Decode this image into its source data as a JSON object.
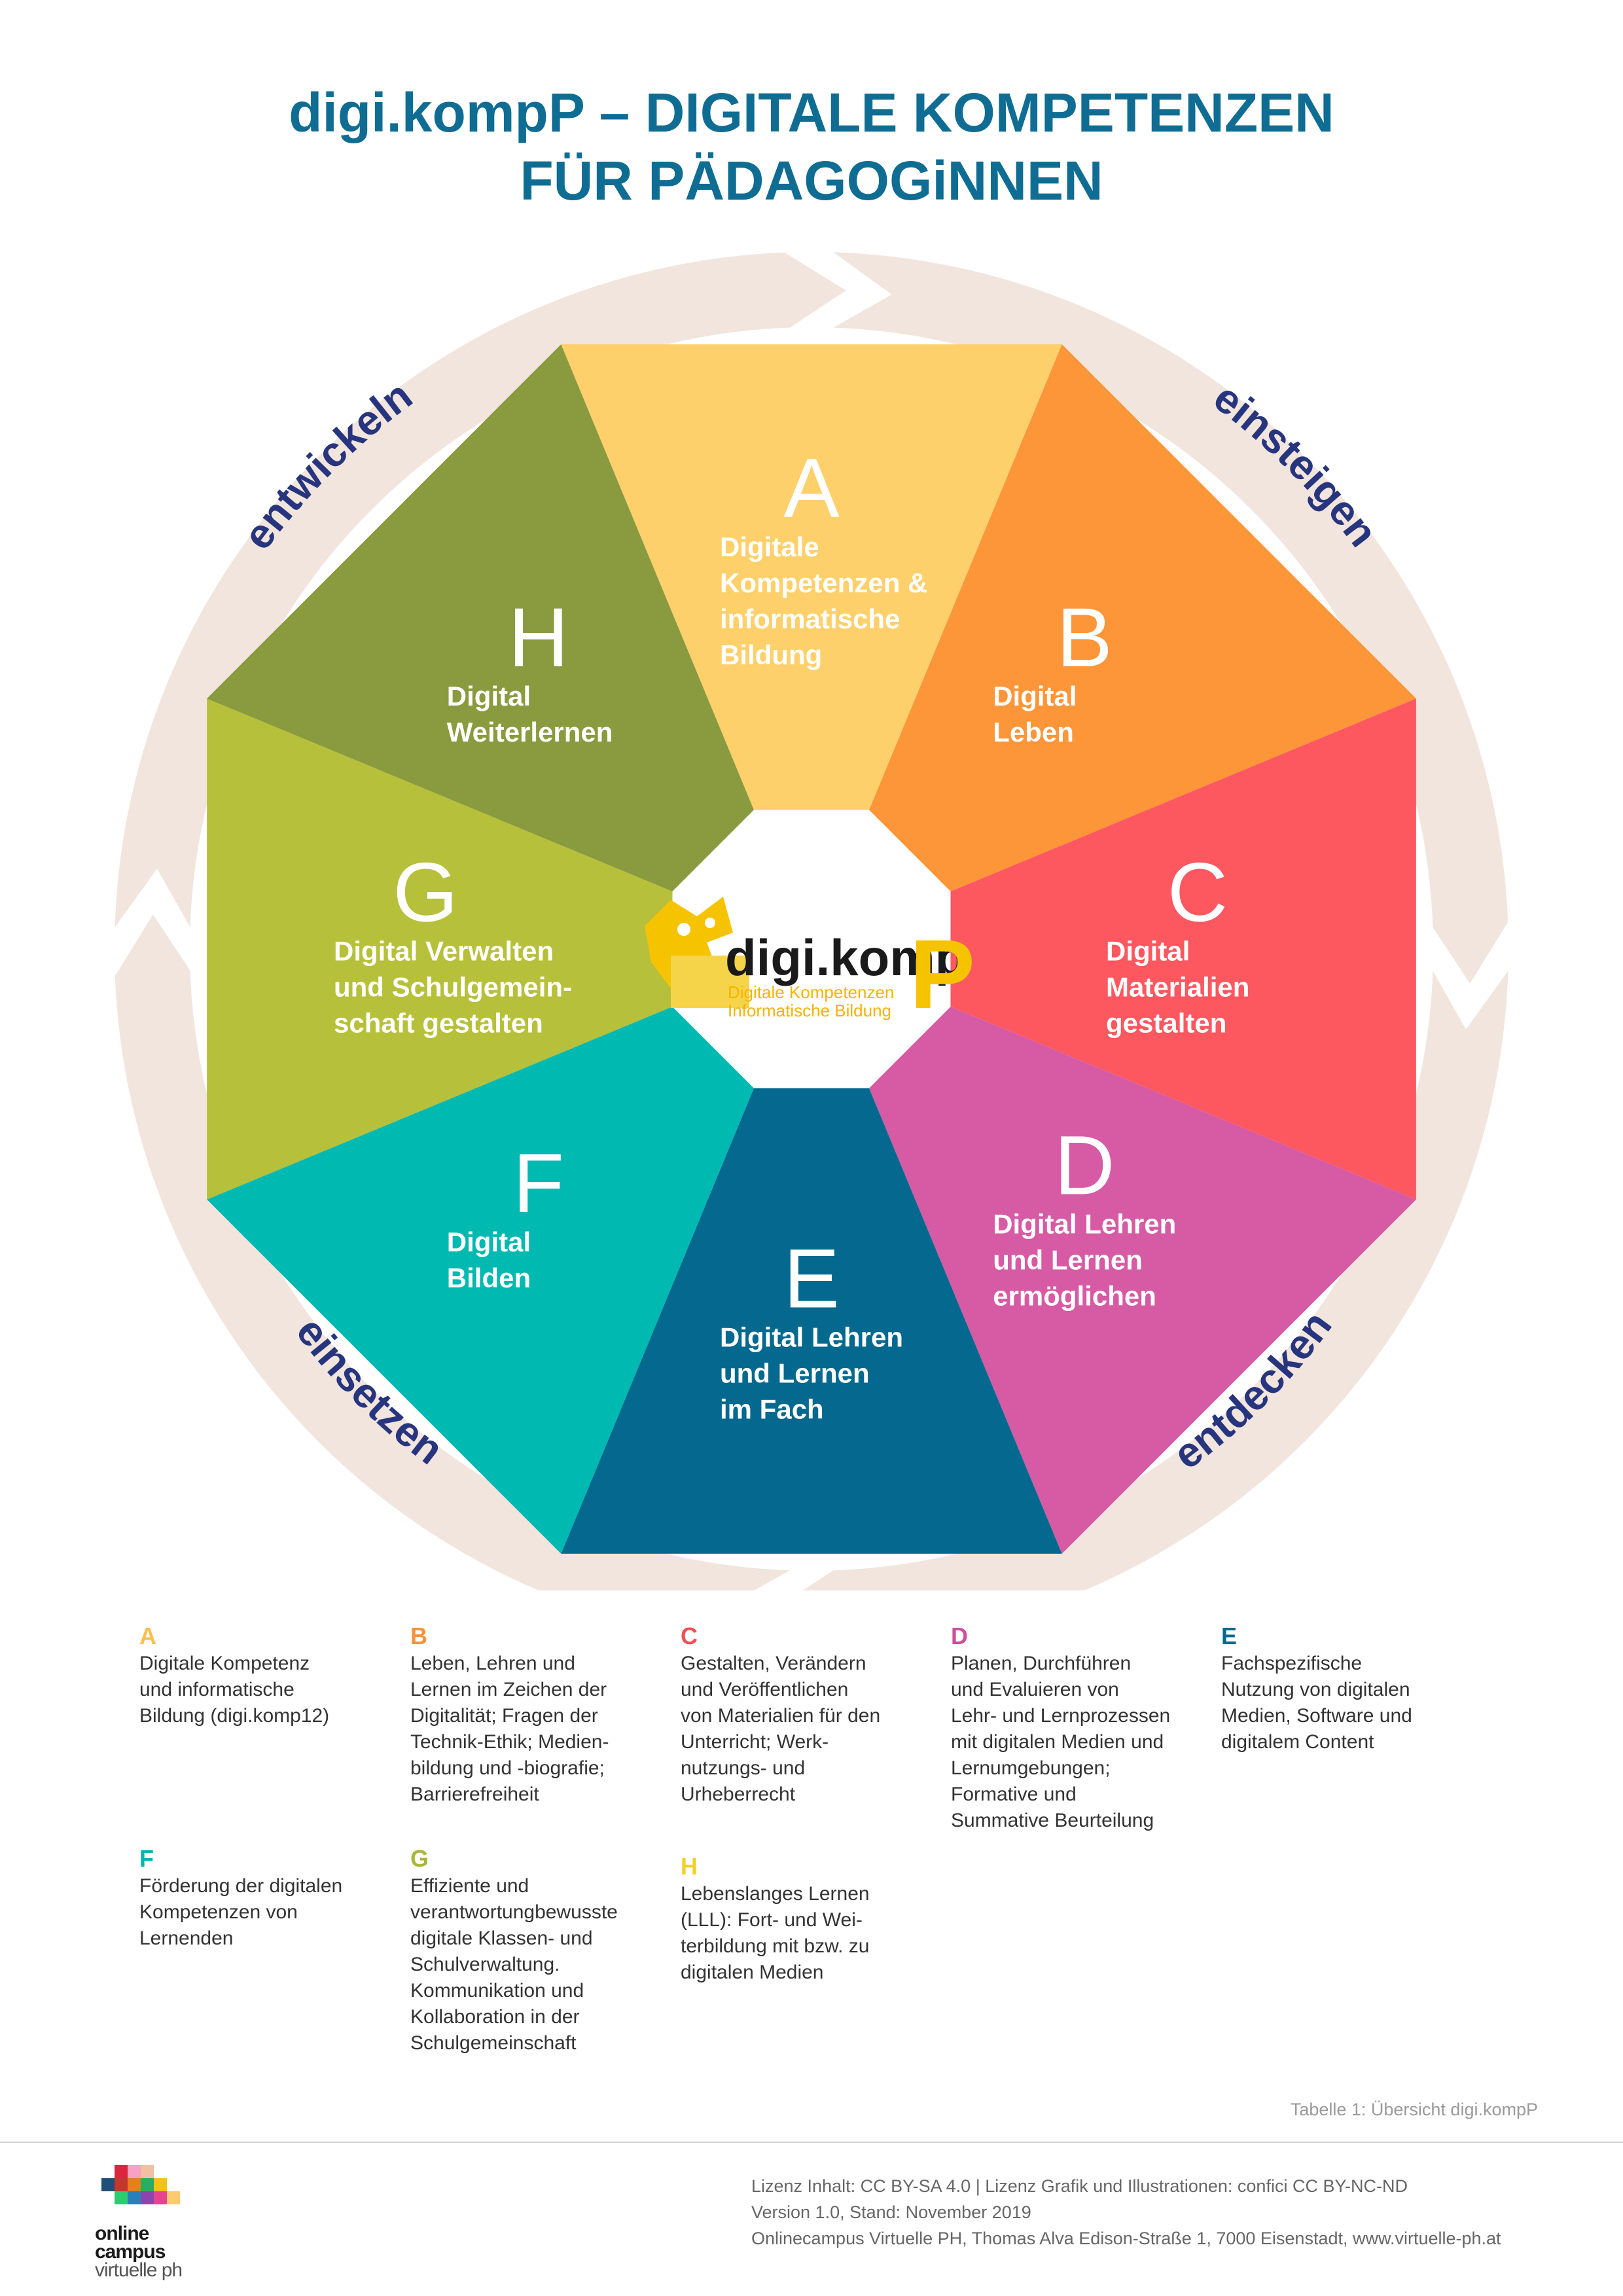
{
  "title": {
    "line1": "digi.kompP – DIGITALE KOMPETENZEN",
    "line2": "FÜR PÄDAGOGiNNEN"
  },
  "cycle_labels": [
    "einsteigen",
    "entdecken",
    "einsetzen",
    "entwickeln"
  ],
  "center_logo": {
    "word": "digi.komp",
    "letter": "P",
    "sub1": "Digitale Kompetenzen",
    "sub2": "Informatische Bildung",
    "icon": "puzzle-icon"
  },
  "segments": [
    {
      "letter": "A",
      "label": [
        "Digitale",
        "Kompetenzen &",
        "informatische",
        "Bildung"
      ],
      "color": "#fdd06b"
    },
    {
      "letter": "B",
      "label": [
        "Digital",
        "Leben"
      ],
      "color": "#fd9539"
    },
    {
      "letter": "C",
      "label": [
        "Digital",
        "Materialien",
        "gestalten"
      ],
      "color": "#fd5760"
    },
    {
      "letter": "D",
      "label": [
        "Digital Lehren",
        "und Lernen",
        "ermöglichen"
      ],
      "color": "#d65ba4"
    },
    {
      "letter": "E",
      "label": [
        "Digital Lehren",
        "und Lernen",
        "im Fach"
      ],
      "color": "#05698f"
    },
    {
      "letter": "F",
      "label": [
        "Digital",
        "Bilden"
      ],
      "color": "#00b9b1"
    },
    {
      "letter": "G",
      "label": [
        "Digital Verwalten",
        "und Schulgemein-",
        "schaft gestalten"
      ],
      "color": "#b6c03a"
    },
    {
      "letter": "H",
      "label": [
        "Digital",
        "Weiterlernen"
      ],
      "color": "#8a9a3e"
    }
  ],
  "legend": [
    {
      "letter": "A",
      "color": "#fbbf4e",
      "text": "Digitale Kompetenz\nund informatische\nBildung (digi.komp12)"
    },
    {
      "letter": "B",
      "color": "#f7913a",
      "text": "Leben, Lehren und\nLernen im Zeichen der\nDigitalität; Fragen der\nTechnik-Ethik; Medien-\nbildung und -biografie;\nBarrierefreiheit"
    },
    {
      "letter": "C",
      "color": "#ef4f56",
      "text": "Gestalten, Verändern\nund Veröffentlichen\nvon Materialien für den\nUnterricht; Werk-\nnutzungs- und\nUrheberrecht"
    },
    {
      "letter": "D",
      "color": "#cc4f9b",
      "text": "Planen, Durchführen\nund Evaluieren von\nLehr- und Lernprozessen\nmit digitalen Medien und\nLernumgebungen;\nFormative und\nSummative Beurteilung"
    },
    {
      "letter": "E",
      "color": "#046a8e",
      "text": "Fachspezifische\nNutzung von digitalen\nMedien, Software und\ndigitalem Content"
    },
    {
      "letter": "F",
      "color": "#00b5ad",
      "text": "Förderung der digitalen\nKompetenzen von\nLernenden"
    },
    {
      "letter": "G",
      "color": "#a9b63a",
      "text": "Effiziente und\nverantwortungbewusste\ndigitale Klassen- und\nSchulverwaltung.\nKommunikation und\nKollaboration in der\nSchulgemeinschaft"
    },
    {
      "letter": "H",
      "color": "#f0d02c",
      "text": "Lebenslanges Lernen\n(LLL): Fort- und Wei-\nterbildung mit bzw. zu\ndigitalen Medien"
    }
  ],
  "caption": "Tabelle 1: Übersicht digi.kompP",
  "footer": {
    "lines": [
      "Lizenz Inhalt: CC BY-SA 4.0 | Lizenz Grafik und Illustrationen: confici CC BY-NC-ND",
      "Version 1.0, Stand: November 2019",
      "Onlinecampus Virtuelle PH, Thomas Alva Edison-Straße 1, 7000 Eisenstadt, www.virtuelle-ph.at"
    ],
    "brand": [
      "online",
      "campus",
      "virtuelle ph"
    ]
  },
  "colors": {
    "title": "#0f6d93",
    "cycle_text": "#27357e",
    "ring": "#f2e5de",
    "logo_yellow": "#f6c300"
  }
}
